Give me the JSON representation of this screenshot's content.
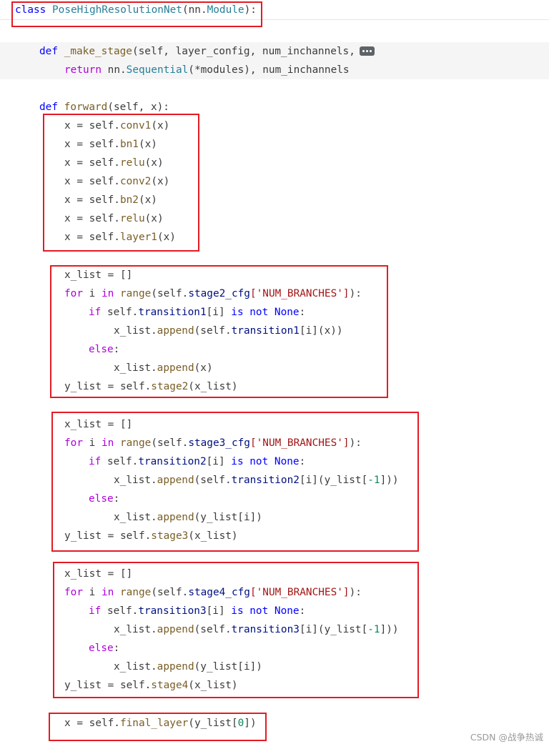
{
  "header": {
    "kw": "class",
    "name": "PoseHighResolutionNet",
    "open": "(nn.",
    "base": "Module",
    "close": "):"
  },
  "make_stage": {
    "kw": "def",
    "name": "_make_stage",
    "params": "(self, layer_config, num_inchannels,",
    "fold_label": "...",
    "ret_kw": "return",
    "ret_rest": "nn.",
    "ret_cls": "Sequential",
    "ret_tail": "(*modules), num_inchannels"
  },
  "forward": {
    "kw": "def",
    "name": "forward",
    "params": "(self, x):"
  },
  "stem_lines": [
    {
      "lhs": "x = self.",
      "attr": "conv1",
      "rhs": "(x)"
    },
    {
      "lhs": "x = self.",
      "attr": "bn1",
      "rhs": "(x)"
    },
    {
      "lhs": "x = self.",
      "attr": "relu",
      "rhs": "(x)"
    },
    {
      "lhs": "x = self.",
      "attr": "conv2",
      "rhs": "(x)"
    },
    {
      "lhs": "x = self.",
      "attr": "bn2",
      "rhs": "(x)"
    },
    {
      "lhs": "x = self.",
      "attr": "relu",
      "rhs": "(x)"
    },
    {
      "lhs": "x = self.",
      "attr": "layer1",
      "rhs": "(x)"
    }
  ],
  "stage2": {
    "init": "x_list = []",
    "for_kw": "for",
    "for_i": " i ",
    "in_kw": "in",
    "range_fn": "range",
    "for_open": "(self.",
    "cfg": "stage2_cfg",
    "for_key": "['NUM_BRANCHES']",
    "for_close": "):",
    "if_kw": "if",
    "if_self": " self.",
    "trans": "transition1",
    "if_idx": "[i] ",
    "is_kw": "is not",
    "none_kw": " None",
    "if_colon": ":",
    "append_pre": "x_list.",
    "append_fn": "append",
    "append_arg_pre": "(self.",
    "append_trans": "transition1",
    "append_arg_post": "[i](x))",
    "else_kw": "else",
    "else_colon": ":",
    "else_append_pre": "x_list.",
    "else_append_fn": "append",
    "else_append_arg": "(x)",
    "out_pre": "y_list = self.",
    "out_stage": "stage2",
    "out_post": "(x_list)"
  },
  "stage3": {
    "init": "x_list = []",
    "for_kw": "for",
    "for_i": " i ",
    "in_kw": "in",
    "range_fn": "range",
    "for_open": "(self.",
    "cfg": "stage3_cfg",
    "for_key": "['NUM_BRANCHES']",
    "for_close": "):",
    "if_kw": "if",
    "if_self": " self.",
    "trans": "transition2",
    "if_idx": "[i] ",
    "is_kw": "is not",
    "none_kw": " None",
    "if_colon": ":",
    "append_pre": "x_list.",
    "append_fn": "append",
    "append_arg_pre": "(self.",
    "append_trans": "transition2",
    "append_arg_mid": "[i](y_list[",
    "append_num": "-1",
    "append_arg_post": "]))",
    "else_kw": "else",
    "else_colon": ":",
    "else_append_pre": "x_list.",
    "else_append_fn": "append",
    "else_append_arg": "(y_list[i])",
    "out_pre": "y_list = self.",
    "out_stage": "stage3",
    "out_post": "(x_list)"
  },
  "stage4": {
    "init": "x_list = []",
    "for_kw": "for",
    "for_i": " i ",
    "in_kw": "in",
    "range_fn": "range",
    "for_open": "(self.",
    "cfg": "stage4_cfg",
    "for_key": "['NUM_BRANCHES']",
    "for_close": "):",
    "if_kw": "if",
    "if_self": " self.",
    "trans": "transition3",
    "if_idx": "[i] ",
    "is_kw": "is not",
    "none_kw": " None",
    "if_colon": ":",
    "append_pre": "x_list.",
    "append_fn": "append",
    "append_arg_pre": "(self.",
    "append_trans": "transition3",
    "append_arg_mid": "[i](y_list[",
    "append_num": "-1",
    "append_arg_post": "]))",
    "else_kw": "else",
    "else_colon": ":",
    "else_append_pre": "x_list.",
    "else_append_fn": "append",
    "else_append_arg": "(y_list[i])",
    "out_pre": "y_list = self.",
    "out_stage": "stage4",
    "out_post": "(x_list)"
  },
  "final": {
    "lhs": "x = self.",
    "fn": "final_layer",
    "open": "(y_list[",
    "num": "0",
    "close": "])"
  },
  "watermark": "CSDN @战争热诚",
  "colors": {
    "highlight_box": "#e31b23",
    "keyword": "#af00db",
    "definition": "#0000ff",
    "function": "#795e26",
    "class": "#267f99",
    "attribute": "#001080",
    "string": "#a31515",
    "number": "#098658"
  }
}
